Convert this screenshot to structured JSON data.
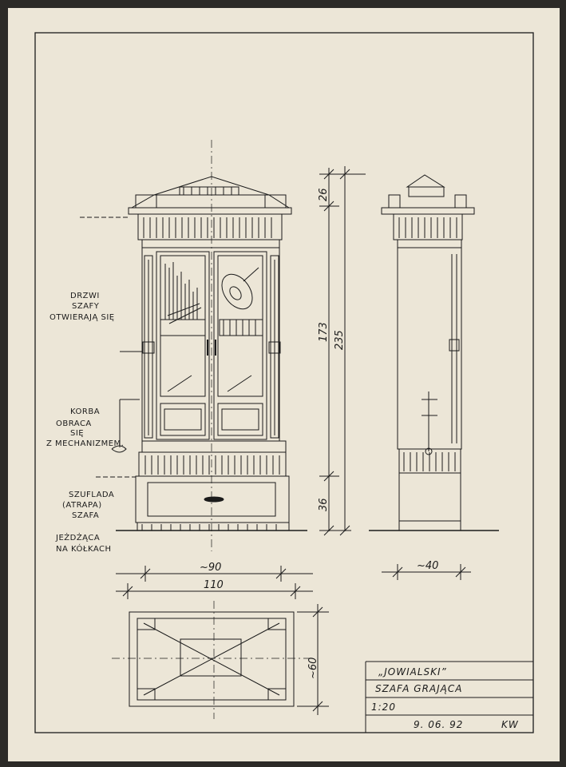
{
  "annotations": {
    "doors": [
      "DRZWI",
      "SZAFY",
      "OTWIERAJĄ SIĘ"
    ],
    "crank": [
      "KORBA",
      "OBRACA",
      "SIĘ",
      "Z MECHANIZMEM."
    ],
    "drawer": [
      "SZUFLADA",
      "(ATRAPA)",
      "SZAFA"
    ],
    "rolling": [
      "JEŻDŻĄCA",
      "NA KÓŁKACH"
    ]
  },
  "dimensions": {
    "top_height": "26",
    "body_height": "173",
    "total_height": "235",
    "base_height": "36",
    "inner_width": "~90",
    "total_width": "110",
    "depth_side": "~40",
    "depth_plan": "~60"
  },
  "title_block": {
    "name": "„JOWIALSKI”",
    "subtitle": "SZAFA GRAJĄCA",
    "scale": "1:20",
    "date": "9. 06. 92",
    "signature": "KW"
  }
}
